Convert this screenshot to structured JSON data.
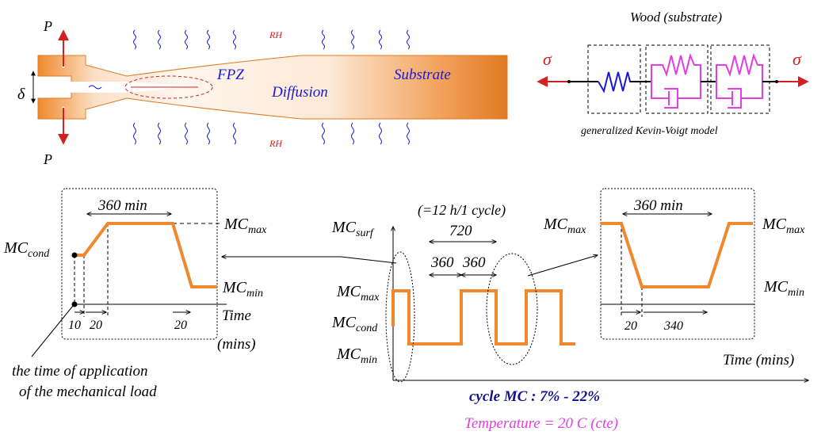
{
  "colors": {
    "orange": "#f0892e",
    "red": "#d42020",
    "blue": "#1a1ad6",
    "magenta": "#e23ee2",
    "navy": "#14148a"
  },
  "specimen": {
    "load_top": "P",
    "load_bottom": "P",
    "opening": "δ",
    "fpz": "FPZ",
    "diffusion": "Diffusion",
    "substrate": "Substrate",
    "rh_top": "RH",
    "rh_bottom": "RH"
  },
  "model": {
    "title": "Wood (substrate)",
    "caption": "generalized Kevin-Voigt model",
    "sigma_left": "σ",
    "sigma_right": "σ"
  },
  "left_zoom": {
    "duration": "360 min",
    "mc_max_base": "MC",
    "mc_max_sub": "max",
    "mc_cond_base": "MC",
    "mc_cond_sub": "cond",
    "mc_min_base": "MC",
    "mc_min_sub": "min",
    "tick_10": "10",
    "tick_20a": "20",
    "tick_20b": "20",
    "time_label_1": "Time",
    "time_label_2": "(mins)",
    "note_1": "the time of application",
    "note_2": "of the mechanical load"
  },
  "center_plot": {
    "cycle_note": "(=12 h/1 cycle)",
    "mc_surf_base": "MC",
    "mc_surf_sub": "surf",
    "period": "720",
    "half_1": "360",
    "half_2": "360",
    "mc_max_base": "MC",
    "mc_max_sub": "max",
    "mc_cond_base": "MC",
    "mc_cond_sub": "cond",
    "mc_min_base": "MC",
    "mc_min_sub": "min",
    "time_axis": "Time (mins)"
  },
  "right_zoom": {
    "duration": "360 min",
    "mc_max_left_base": "MC",
    "mc_max_left_sub": "max",
    "mc_max_right_base": "MC",
    "mc_max_right_sub": "max",
    "mc_min_base": "MC",
    "mc_min_sub": "min",
    "tick_20": "20",
    "tick_340": "340"
  },
  "footer": {
    "cycle_mc": "cycle MC : 7% - 22%",
    "temperature": "Temperature  = 20  C (cte)"
  }
}
